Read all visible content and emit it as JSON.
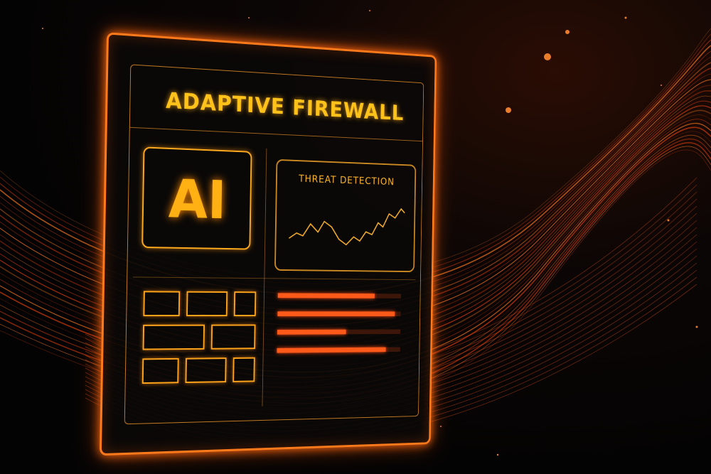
{
  "panel": {
    "title": "ADAPTIVE FIREWALL",
    "ai_label": "AI"
  },
  "threat_chart": {
    "title": "THREAT DETECTION"
  },
  "status_bars": [
    {
      "level": 0.78
    },
    {
      "level": 0.95
    },
    {
      "level": 0.55
    },
    {
      "level": 0.88
    }
  ],
  "colors": {
    "accent": "#ff7a1a",
    "title": "#ffc21a",
    "bar": "#ff5a1a",
    "background": "#050303"
  },
  "icons": [
    "ai-chip-icon",
    "firewall-brick-icon",
    "line-chart-icon"
  ]
}
